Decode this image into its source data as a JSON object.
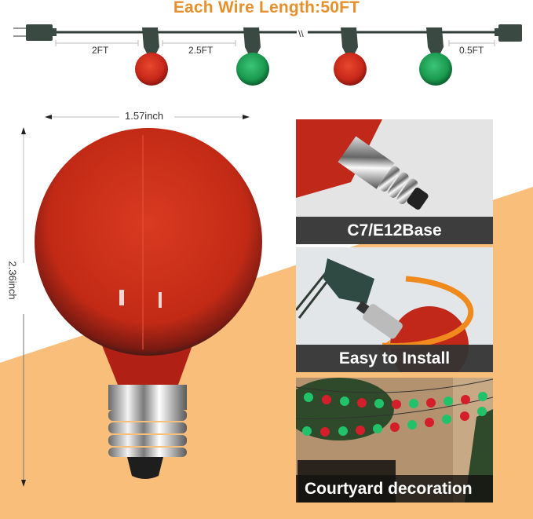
{
  "header": {
    "title": "Each Wire Length:50FT"
  },
  "wire_diagram": {
    "spacing_labels": [
      "2FT",
      "2.5FT",
      "0.5FT"
    ],
    "bulbs": [
      {
        "color": "red",
        "hex": "#c8281a"
      },
      {
        "color": "green",
        "hex": "#1a9a4e"
      },
      {
        "color": "red",
        "hex": "#c8281a"
      },
      {
        "color": "green",
        "hex": "#1a9a4e"
      }
    ],
    "wire_color": "#2f3d36",
    "break_symbol": "\\\\"
  },
  "bulb_dimensions": {
    "width": "1.57inch",
    "height": "2.36inch",
    "bulb_color": "#c0281a"
  },
  "feature_panels": [
    {
      "caption": "C7/E12Base"
    },
    {
      "caption": "Easy to Install"
    },
    {
      "caption": "Courtyard decoration"
    }
  ],
  "colors": {
    "accent_orange": "#e6902c",
    "background_orange": "#f8be7a",
    "caption_bar": "#343434"
  }
}
